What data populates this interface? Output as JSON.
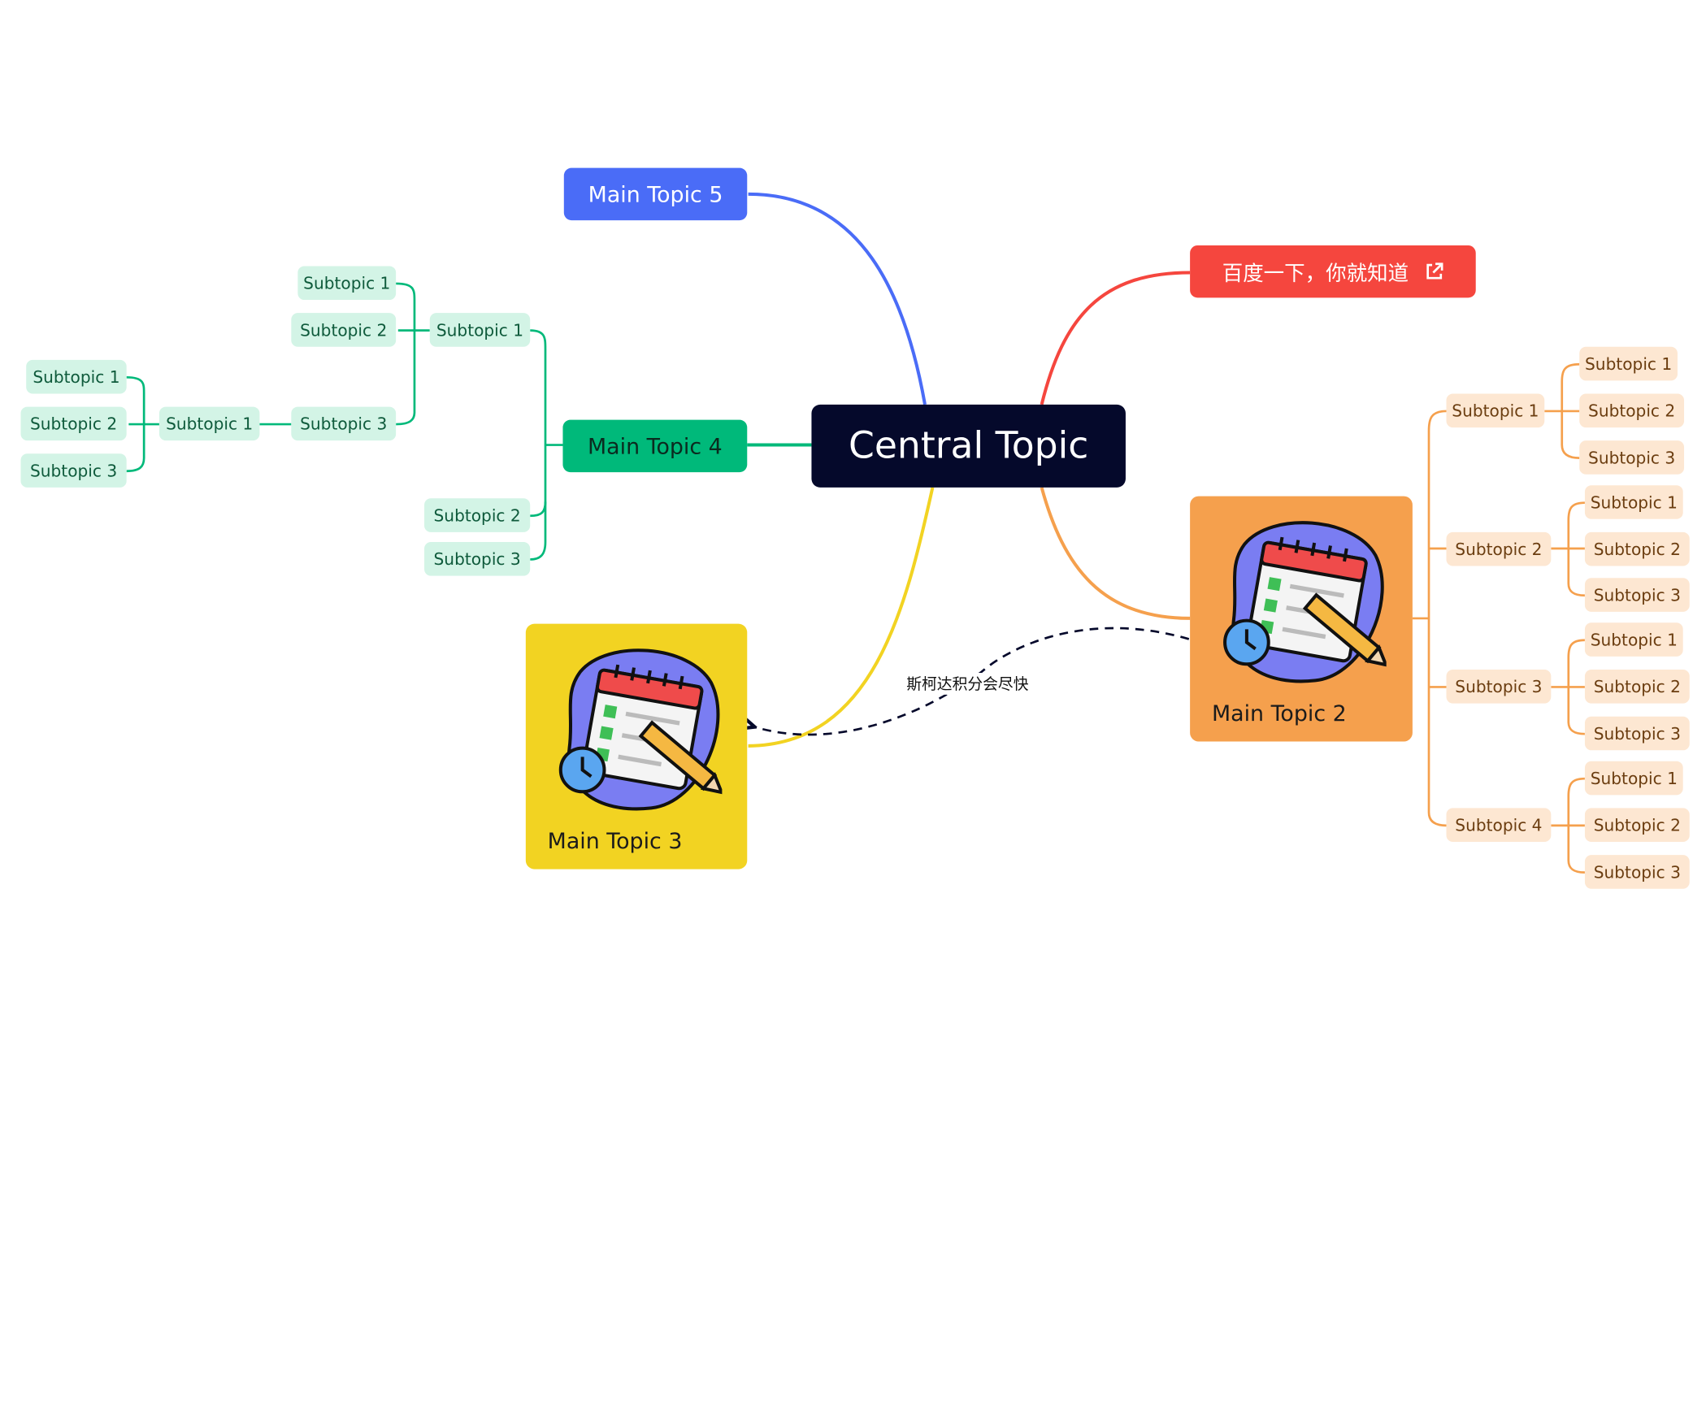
{
  "central": {
    "label": "Central Topic"
  },
  "main_topics": {
    "mt1": {
      "label": "百度一下，你就知道",
      "link_icon": "external-link-icon",
      "color": "#f5463e"
    },
    "mt2": {
      "label": "Main Topic 2",
      "color": "#f5a04d",
      "image_icon": "calendar-checklist-icon"
    },
    "mt3": {
      "label": "Main Topic 3",
      "color": "#f2d322",
      "image_icon": "calendar-checklist-icon"
    },
    "mt4": {
      "label": "Main Topic 4",
      "color": "#00b97a"
    },
    "mt5": {
      "label": "Main Topic 5",
      "color": "#4a6cf7"
    }
  },
  "relationship": {
    "label": "斯柯达积分会尽快"
  },
  "mt4_branch": {
    "sub1": {
      "label": "Subtopic 1",
      "children": [
        "Subtopic 1",
        "Subtopic 2",
        "Subtopic 3"
      ],
      "sub3_child": {
        "label": "Subtopic 1",
        "children": [
          "Subtopic 1",
          "Subtopic 2",
          "Subtopic 3"
        ]
      }
    },
    "sub2": {
      "label": "Subtopic 2"
    },
    "sub3": {
      "label": "Subtopic 3"
    }
  },
  "mt2_branch": [
    {
      "label": "Subtopic 1",
      "children": [
        "Subtopic 1",
        "Subtopic 2",
        "Subtopic 3"
      ]
    },
    {
      "label": "Subtopic 2",
      "children": [
        "Subtopic 1",
        "Subtopic 2",
        "Subtopic 3"
      ]
    },
    {
      "label": "Subtopic 3",
      "children": [
        "Subtopic 1",
        "Subtopic 2",
        "Subtopic 3"
      ]
    },
    {
      "label": "Subtopic 4",
      "children": [
        "Subtopic 1",
        "Subtopic 2",
        "Subtopic 3"
      ]
    }
  ]
}
